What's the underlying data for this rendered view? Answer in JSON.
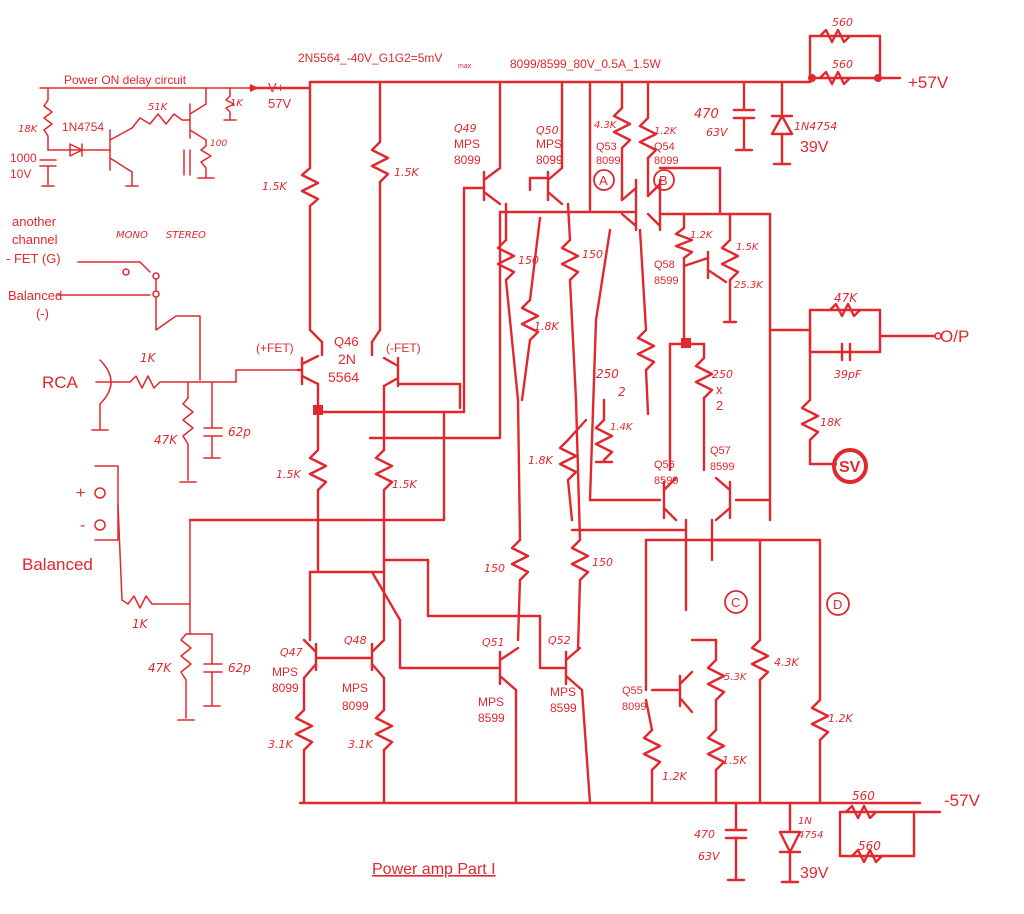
{
  "title": "Power amp Part I",
  "rails": {
    "top_spec_left": "2N5564_-40V_G1G2=5mV",
    "top_spec_left_sub": "max",
    "top_spec_right": "8099/8599_80V_0.5A_1.5W",
    "pos_rail": "+57V",
    "neg_rail": "-57V",
    "vplus": "V+",
    "vplus_value": "57V",
    "zener_top_value": "39V",
    "zener_bottom_value": "39V"
  },
  "delay": {
    "title": "Power ON delay circuit",
    "r18k": "18K",
    "diode": "1N4754",
    "cap": "1000",
    "cap_v": "10V",
    "r51k": "51K",
    "r1k": "1K",
    "r100": "100"
  },
  "inputs": {
    "another_channel": "another",
    "channel": "channel",
    "fet_g": "- FET (G)",
    "balanced_neg_1": "Balanced",
    "balanced_neg_2": "(-)",
    "mono": "MONO",
    "stereo": "STEREO",
    "rca": "RCA",
    "balanced": "Balanced",
    "plus": "+",
    "minus": "-"
  },
  "components": {
    "r_in_1k": "1K",
    "r_47k_top": "47K",
    "c_62p_top": "62p",
    "r_1k_bal": "1K",
    "r_47k_bot": "47K",
    "c_62p_bot": "62p",
    "r_1_5k_a": "1.5K",
    "r_1_5k_b": "1.5K",
    "r_1_5k_c": "1.5K",
    "r_1_5k_d": "1.5K",
    "r_150_a": "150",
    "r_150_b": "150",
    "r_150_c": "150",
    "r_150_d": "150",
    "r_1_8k_a": "1.8K",
    "r_1_8k_b": "1.8K",
    "r_3_1k_a": "3.1K",
    "r_3_1k_b": "3.1K",
    "r_4_3k_top": "4.3K",
    "r_1_2k_top": "1.2K",
    "c_470_top": "470",
    "c_470_top_v": "63V",
    "zener_top": "1N4754",
    "r_560_a": "560",
    "r_560_b": "560",
    "r_1_2k_q58": "1.2K",
    "r_1_5k_q58": "1.5K",
    "r_25_3k": "25.3K",
    "pot_250": "250",
    "pot_250_x2": "2",
    "r_14k": "1.4K",
    "r_250_x2": "250",
    "x2": "x",
    "x2_n": "2",
    "r_47k_fb": "47K",
    "c_39pf": "39pF",
    "r_18k_sv": "18K",
    "r_4_3k_bot": "4.3K",
    "r_1_2k_bot": "1.2K",
    "r_5_3k": "5.3K",
    "r_1_2k_q55": "1.2K",
    "r_1_5k_q55": "1.5K",
    "c_470_bot": "470",
    "c_470_bot_v": "63V",
    "zener_bot": "1N",
    "zener_bot_2": "4754",
    "r_560_c": "560",
    "r_560_d": "560"
  },
  "transistors": {
    "q46_name": "Q46",
    "q46_part_1": "2N",
    "q46_part_2": "5564",
    "fet_pos": "(+FET)",
    "fet_neg": "(-FET)",
    "q49_name": "Q49",
    "q49_part_1": "MPS",
    "q49_part_2": "8099",
    "q50_name": "Q50",
    "q50_part_1": "MPS",
    "q50_part_2": "8099",
    "q53_name": "Q53",
    "q53_part": "8099",
    "q54_name": "Q54",
    "q54_part": "8099",
    "q58_name": "Q58",
    "q58_part": "8599",
    "q56_name": "Q56",
    "q56_part": "8599",
    "q57_name": "Q57",
    "q57_part": "8599",
    "q47_name": "Q47",
    "q47_part_1": "MPS",
    "q47_part_2": "8099",
    "q48_name": "Q48",
    "q48_part_1": "MPS",
    "q48_part_2": "8099",
    "q51_name": "Q51",
    "q51_part_1": "MPS",
    "q51_part_2": "8599",
    "q52_name": "Q52",
    "q52_part_1": "MPS",
    "q52_part_2": "8599",
    "q55_name": "Q55",
    "q55_part": "8099"
  },
  "nodes": {
    "a": "A",
    "b": "B",
    "c": "C",
    "d": "D",
    "sv": "SV",
    "op": "O/P"
  },
  "colors": {
    "ink": "#e0282e",
    "background": "#ffffff"
  }
}
